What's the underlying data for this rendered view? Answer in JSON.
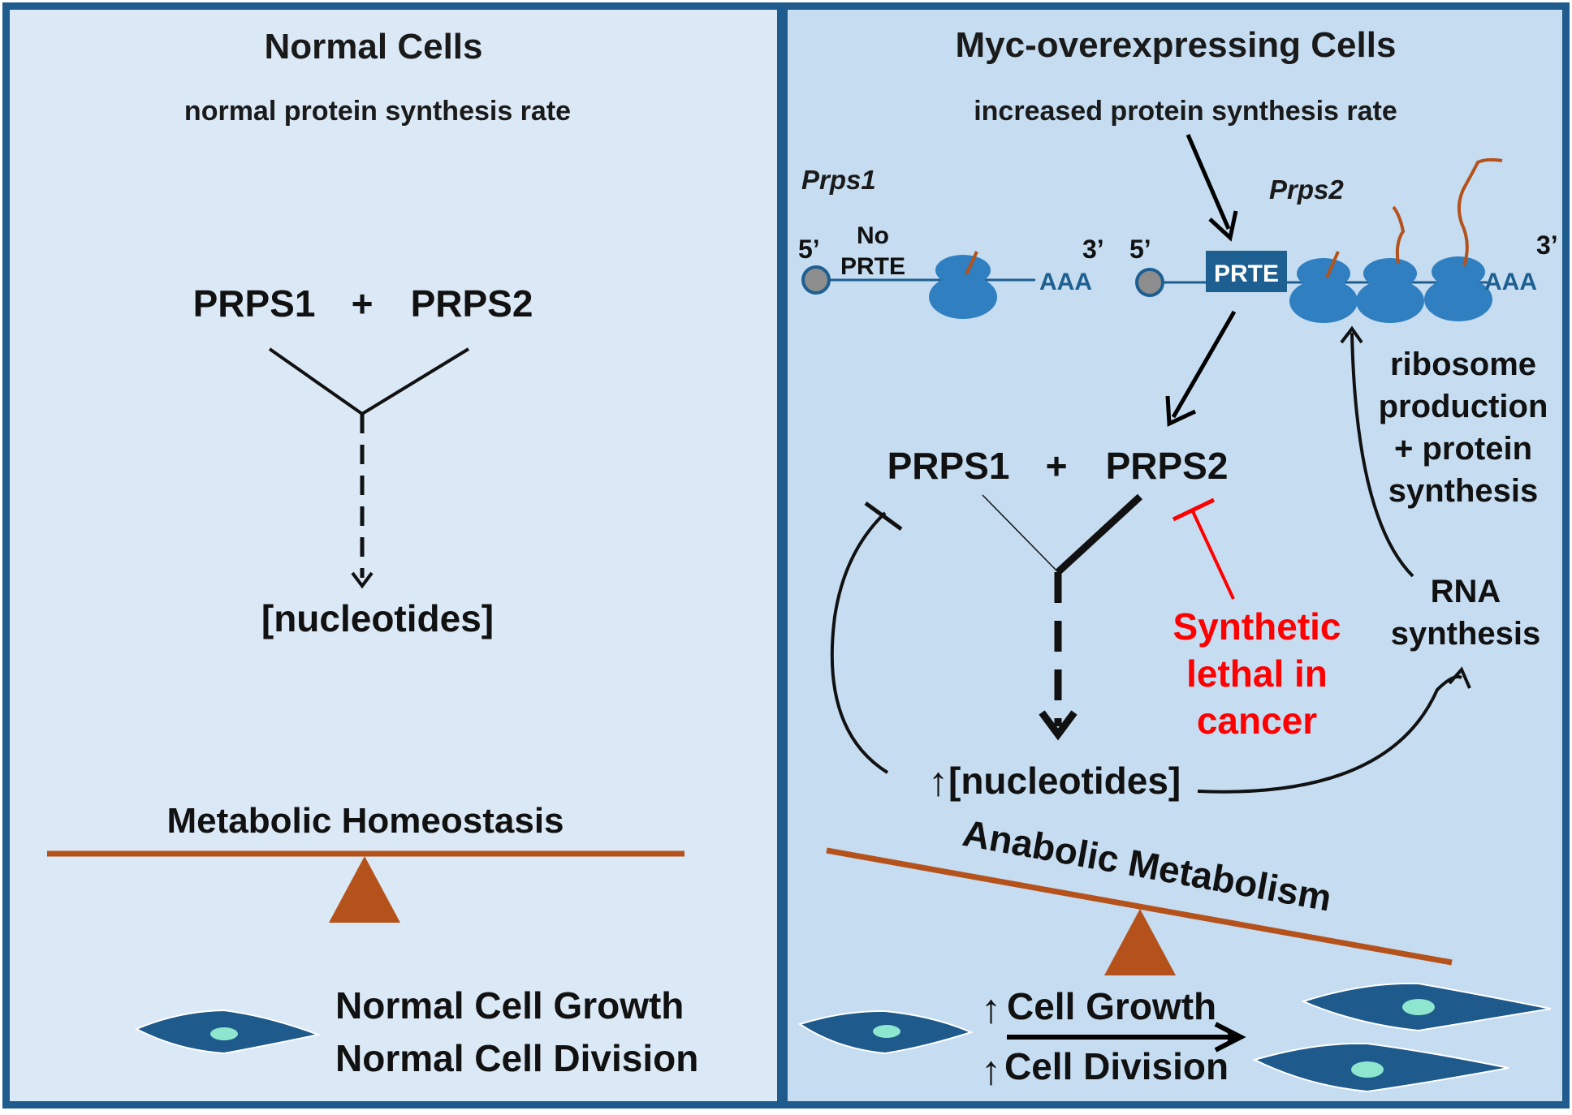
{
  "left_panel": {
    "title": "Normal Cells",
    "subtitle": "normal protein synthesis rate",
    "prps1": "PRPS1",
    "plus": "+",
    "prps2": "PRPS2",
    "nucleotides": "[nucleotides]",
    "balance_label": "Metabolic Homeostasis",
    "growth_label": "Normal Cell Growth",
    "division_label": "Normal Cell Division"
  },
  "right_panel": {
    "title": "Myc-overexpressing Cells",
    "subtitle": "increased protein synthesis rate",
    "gene1": "Prps1",
    "gene2": "Prps2",
    "five_prime": "5’",
    "three_prime": "3’",
    "no_label": "No",
    "prte_label": "PRTE",
    "polya": "AAA",
    "prps1": "PRPS1",
    "plus": "+",
    "prps2": "PRPS2",
    "synthetic_lethal": [
      "Synthetic",
      "lethal in",
      "cancer"
    ],
    "ribosome_text": [
      "ribosome",
      "production",
      "+ protein",
      "synthesis"
    ],
    "rna_text": [
      "RNA",
      "synthesis"
    ],
    "up_arrow": "↑",
    "nucleotides": "[nucleotides]",
    "anabolic_label": "Anabolic Metabolism",
    "cell_growth": "Cell Growth",
    "cell_division": "Cell Division"
  },
  "colors": {
    "frame": "#1f5b8c",
    "left_bg": "#dbe8f5",
    "right_bg": "#c5dcf1",
    "brown": "#b5521b",
    "ribosome": "#2f7fc1",
    "cell_body": "#1f5a8c",
    "nucleus": "#8ee6cf",
    "red": "#ff0000",
    "prte_box": "#1e5f91"
  }
}
